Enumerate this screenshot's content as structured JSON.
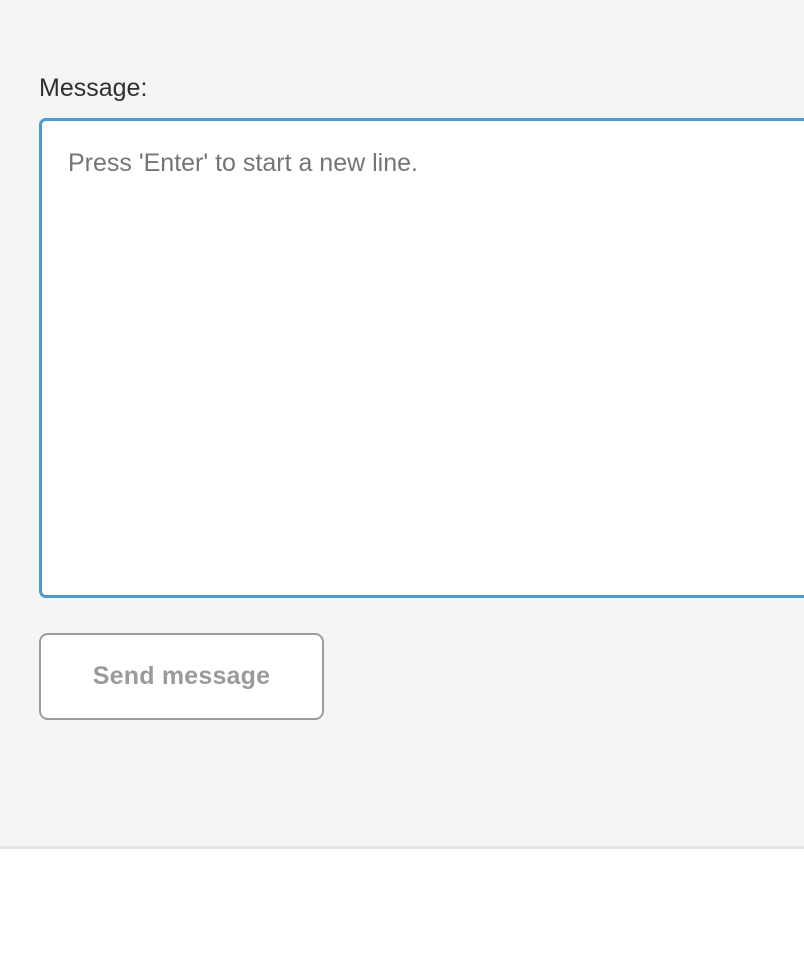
{
  "composer": {
    "label": "Message:",
    "textarea": {
      "placeholder": "Press 'Enter' to start a new line.",
      "value": ""
    },
    "send_button_label": "Send message"
  },
  "colors": {
    "panel_background": "#f5f5f5",
    "panel_divider": "#e4e4e4",
    "textarea_focus_border": "#4a9bd1",
    "textarea_background": "#ffffff",
    "label_text": "#2f2f2f",
    "placeholder_text": "#757575",
    "button_border": "#9c9c9c",
    "button_text": "#9a9a9a",
    "page_background": "#ffffff"
  }
}
